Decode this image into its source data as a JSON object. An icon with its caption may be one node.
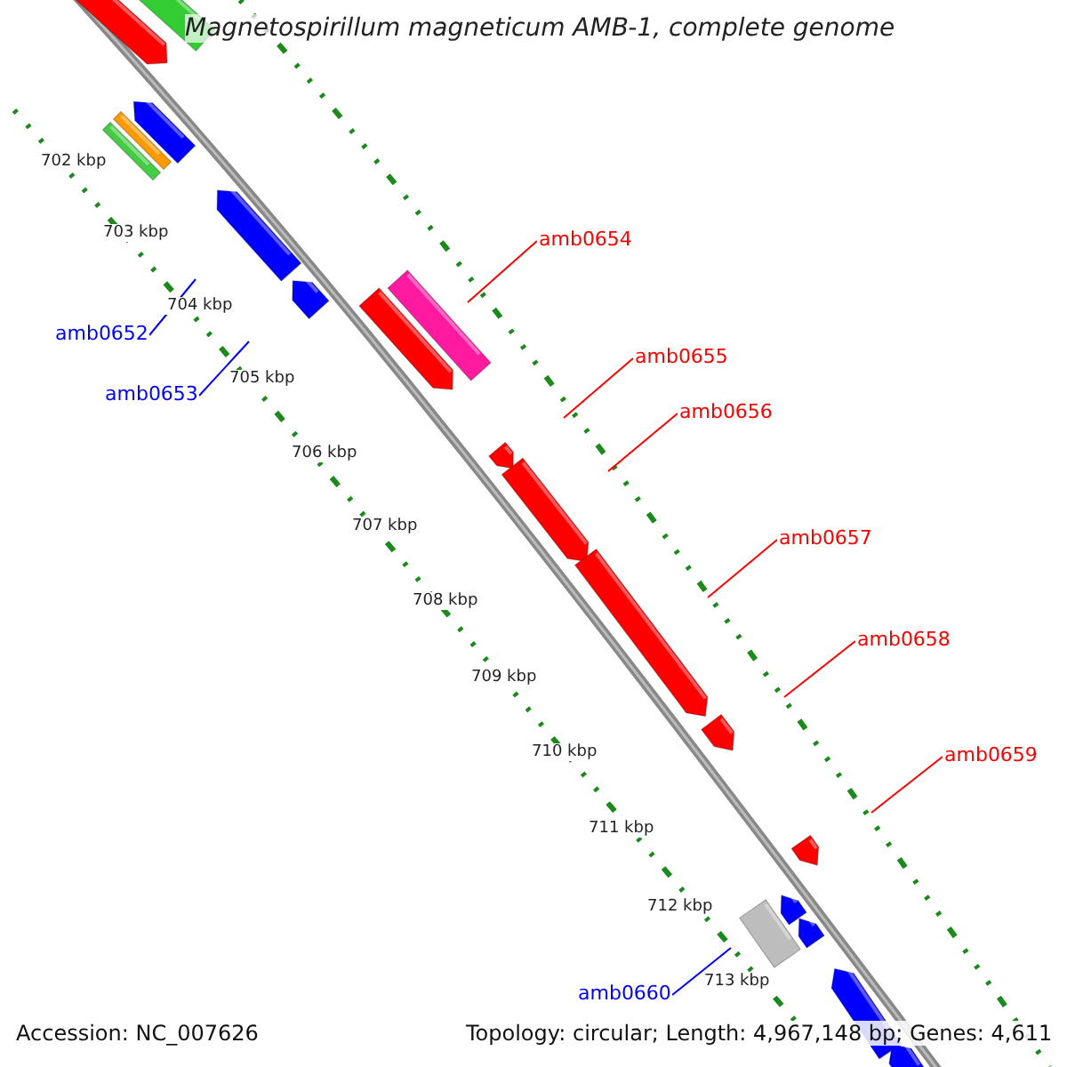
{
  "diagram": {
    "title": "Magnetospirillum magneticum AMB-1, complete genome",
    "nodes": [
      {
        "text": [
          "amb0654"
        ]
      },
      {
        "text": [
          "amb0652"
        ]
      },
      {
        "text": [
          "amb0655"
        ]
      },
      {
        "text": [
          "amb0653"
        ]
      },
      {
        "text": [
          "amb0656"
        ]
      },
      {
        "text": [
          "amb0657"
        ]
      },
      {
        "text": [
          "amb0658"
        ]
      },
      {
        "text": [
          "amb0659"
        ]
      },
      {
        "text": [
          "amb0660"
        ]
      }
    ],
    "edges": [
      {
        "from": 0,
        "to": null,
        "arrow": "none",
        "color": "#ff0000"
      },
      {
        "from": 1,
        "to": null,
        "arrow": "none",
        "color": "#0000ff"
      },
      {
        "from": 2,
        "to": null,
        "arrow": "none",
        "color": "#ff0000"
      },
      {
        "from": 3,
        "to": null,
        "arrow": "none",
        "color": "#0000ff"
      },
      {
        "from": 4,
        "to": null,
        "arrow": "none",
        "color": "#ff0000"
      },
      {
        "from": 5,
        "to": null,
        "arrow": "none",
        "color": "#ff0000"
      },
      {
        "from": 6,
        "to": null,
        "arrow": "none",
        "color": "#ff0000"
      },
      {
        "from": 7,
        "to": null,
        "arrow": "none",
        "color": "#ff0000"
      },
      {
        "from": 8,
        "to": null,
        "arrow": "none",
        "color": "#0000ff"
      }
    ],
    "labels": [
      "702 kbp",
      "703 kbp",
      "704 kbp",
      "705 kbp",
      "706 kbp",
      "707 kbp",
      "708 kbp",
      "709 kbp",
      "710 kbp",
      "711 kbp",
      "712 kbp",
      "713 kbp",
      "Accession: NC_007626",
      "Topology: circular; Length: 4,967,148 bp; Genes: 4,611"
    ]
  }
}
